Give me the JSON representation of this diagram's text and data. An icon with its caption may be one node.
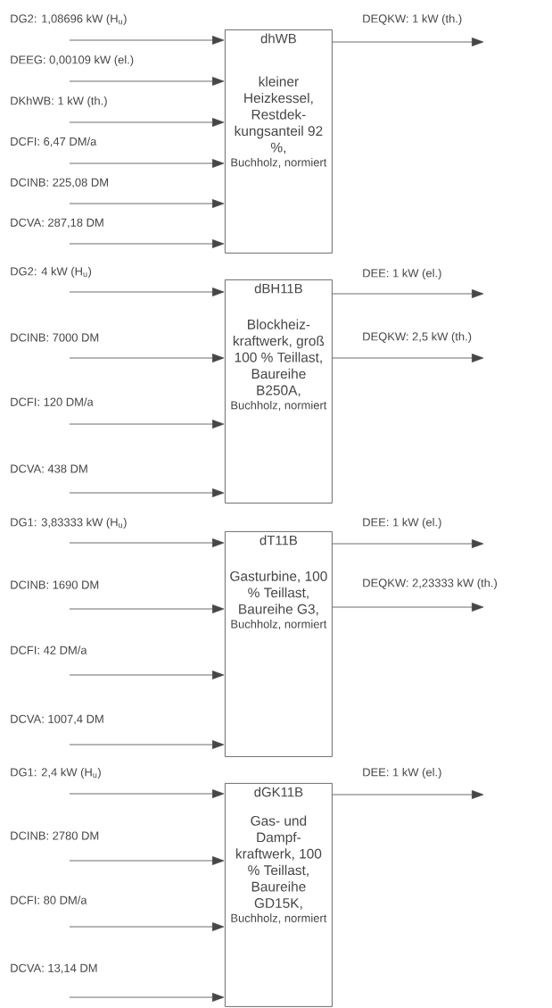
{
  "diagram": {
    "nodes": [
      {
        "text": [
          "dhWB",
          "kleiner Heizkessel, Restdek- kungsanteil 92 %,",
          "Buchholz, normiert"
        ]
      },
      {
        "text": [
          "dBH11B",
          "Blockheiz- kraftwerk, groß 100 % Teillast, Baureihe B250A,",
          "Buchholz, normiert"
        ]
      },
      {
        "text": [
          "dT11B",
          "Gasturbine, 100 % Teillast, Baureihe G3,",
          "Buchholz, normiert"
        ]
      },
      {
        "text": [
          "dGK11B",
          "Gas- und Dampf- kraftwerk, 100 % Teillast, Baureihe GD15K,",
          "Buchholz, normiert"
        ]
      }
    ],
    "edges": [
      {
        "from": null,
        "to": 0,
        "arrow": "to",
        "label": "DG2: 1,08696 kW (H$_{u}$)"
      },
      {
        "from": null,
        "to": 0,
        "arrow": "to",
        "label": "DEEG: 0,00109 kW (el.)"
      },
      {
        "from": null,
        "to": 0,
        "arrow": "to",
        "label": "DKhWB: 1 kW (th.)"
      },
      {
        "from": null,
        "to": 0,
        "arrow": "to",
        "label": "DCFI: 6,47 DM/a"
      },
      {
        "from": null,
        "to": 0,
        "arrow": "to",
        "label": "DCINB: 225,08 DM"
      },
      {
        "from": null,
        "to": 0,
        "arrow": "to",
        "label": "DCVA: 287,18 DM"
      },
      {
        "from": 0,
        "to": null,
        "arrow": "to",
        "label": "DEQKW: 1 kW (th.)"
      },
      {
        "from": null,
        "to": 1,
        "arrow": "to",
        "label": "DG2: 4 kW (H$_{u}$)"
      },
      {
        "from": null,
        "to": 1,
        "arrow": "to",
        "label": "DCINB: 7000 DM"
      },
      {
        "from": null,
        "to": 1,
        "arrow": "to",
        "label": "DCFI: 120 DM/a"
      },
      {
        "from": null,
        "to": 1,
        "arrow": "to",
        "label": "DCVA: 438 DM"
      },
      {
        "from": 1,
        "to": null,
        "arrow": "to",
        "label": "DEE: 1 kW (el.)"
      },
      {
        "from": 1,
        "to": null,
        "arrow": "to",
        "label": "DEQKW: 2,5 kW (th.)"
      },
      {
        "from": null,
        "to": 2,
        "arrow": "to",
        "label": "DG1: 3,83333 kW (H$_{u}$)"
      },
      {
        "from": null,
        "to": 2,
        "arrow": "to",
        "label": "DCINB: 1690 DM"
      },
      {
        "from": null,
        "to": 2,
        "arrow": "to",
        "label": "DCFI: 42 DM/a"
      },
      {
        "from": null,
        "to": 2,
        "arrow": "to",
        "label": "DCVA: 1007,4 DM"
      },
      {
        "from": 2,
        "to": null,
        "arrow": "to",
        "label": "DEE: 1 kW (el.)"
      },
      {
        "from": 2,
        "to": null,
        "arrow": "to",
        "label": "DEQKW: 2,23333 kW (th.)"
      },
      {
        "from": null,
        "to": 3,
        "arrow": "to",
        "label": "DG1: 2,4 kW (H$_{u}$)"
      },
      {
        "from": null,
        "to": 3,
        "arrow": "to",
        "label": "DCINB: 2780 DM"
      },
      {
        "from": null,
        "to": 3,
        "arrow": "to",
        "label": "DCFI: 80 DM/a"
      },
      {
        "from": null,
        "to": 3,
        "arrow": "to",
        "label": "DCVA: 13,14 DM"
      },
      {
        "from": 3,
        "to": null,
        "arrow": "to",
        "label": "DEE: 1 kW (el.)"
      }
    ]
  }
}
